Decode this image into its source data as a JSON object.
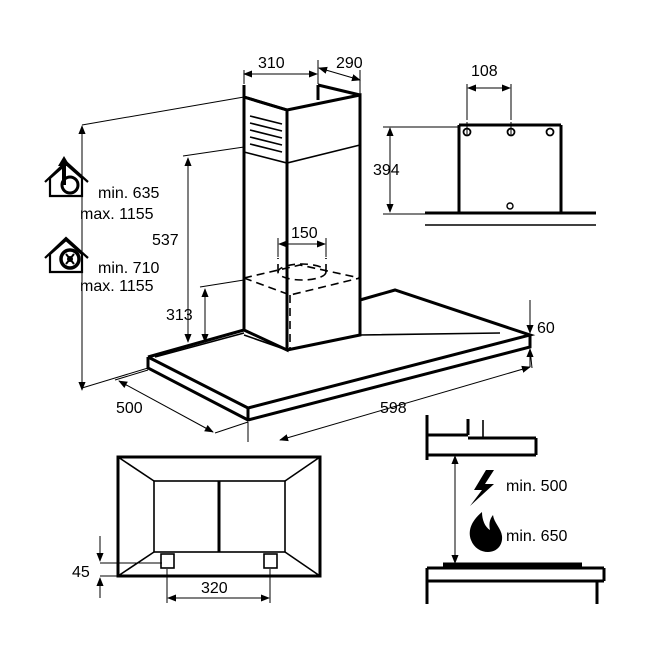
{
  "hood_dims": {
    "chimney_depth": "310",
    "chimney_width": "290",
    "height_vent": "537",
    "height_base": "313",
    "outlet_diameter": "150",
    "canopy_thickness": "60",
    "canopy_depth": "500",
    "canopy_width": "598"
  },
  "extraction_mode": {
    "min": "min. 635",
    "max": "max. 1155",
    "icon": "house-exhaust-icon"
  },
  "recirculation_mode": {
    "min": "min. 710",
    "max": "max. 1155",
    "icon": "house-recirculation-icon"
  },
  "bracket_view": {
    "hole_spacing": "108",
    "height": "394"
  },
  "bottom_view": {
    "offset": "45",
    "spacing": "320"
  },
  "clearance": {
    "electric": "min. 500",
    "gas": "min. 650",
    "electric_icon": "lightning-icon",
    "gas_icon": "flame-icon"
  }
}
